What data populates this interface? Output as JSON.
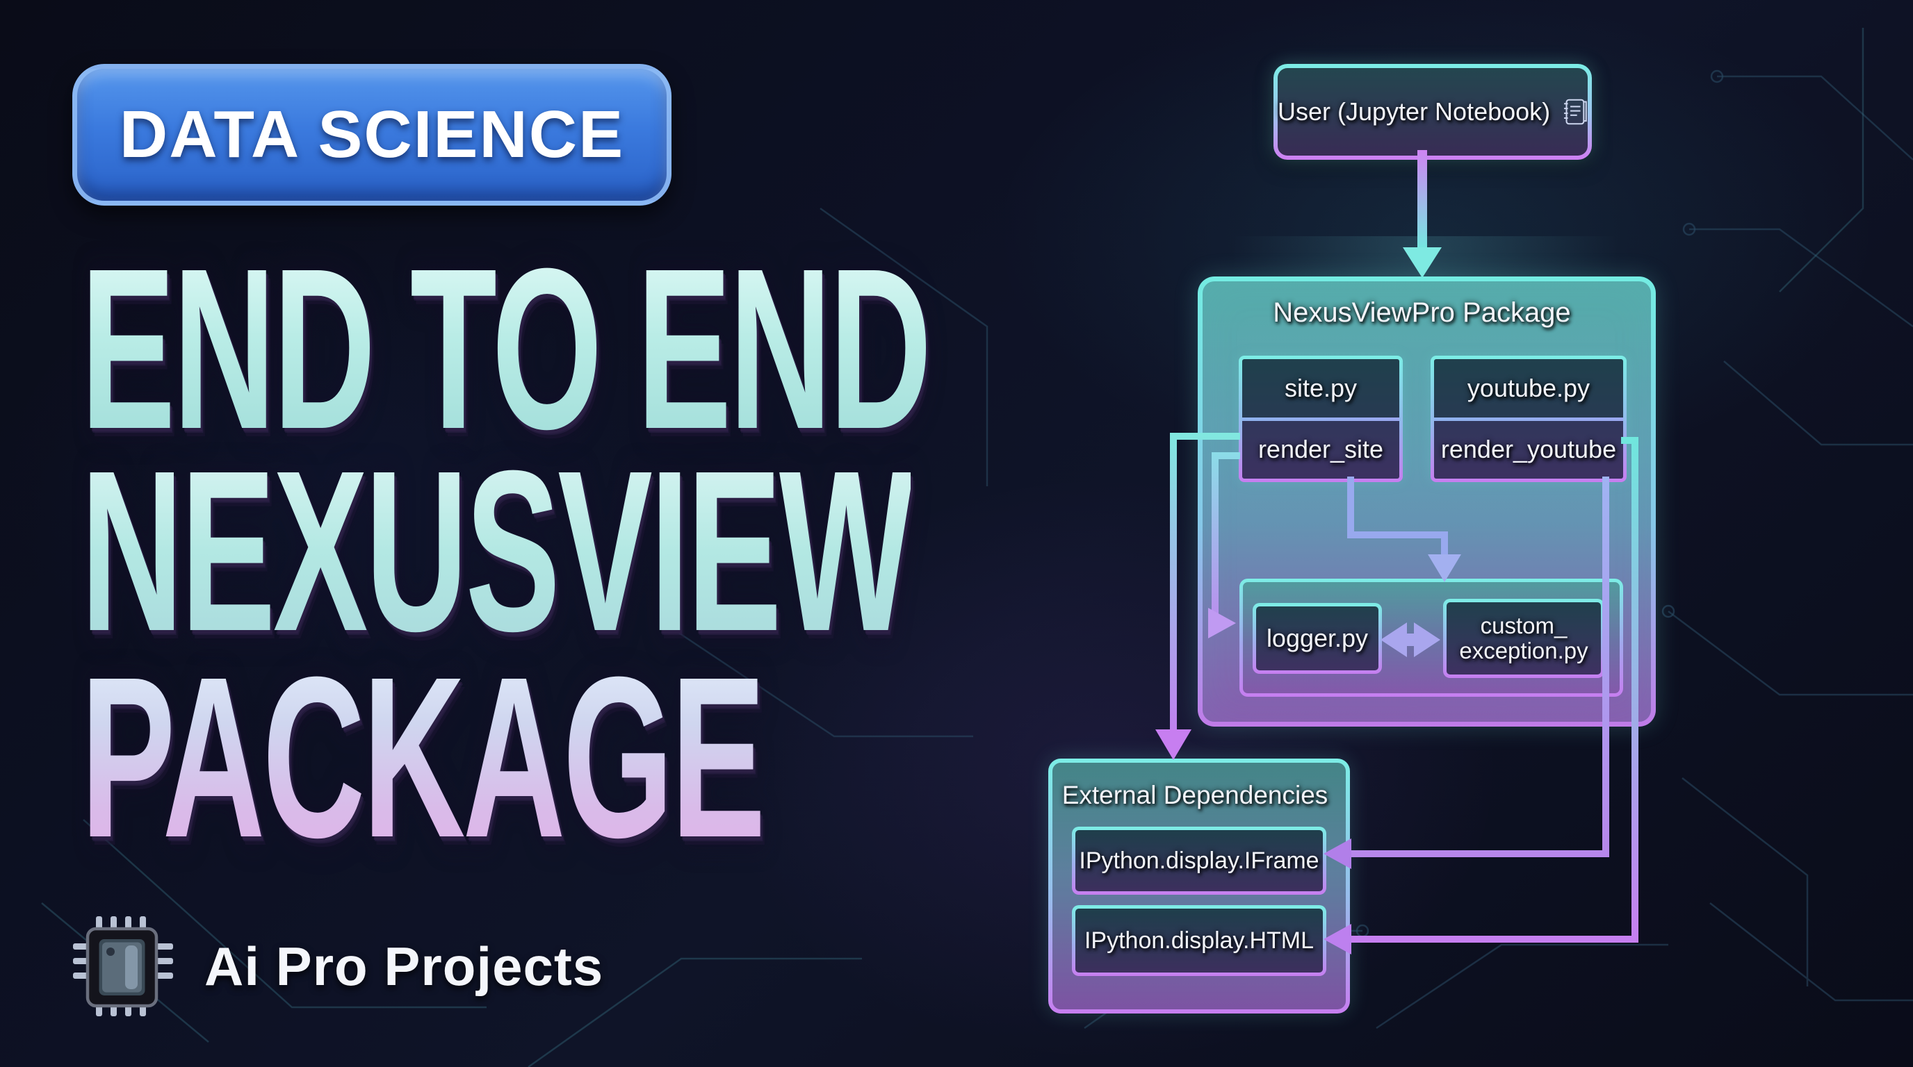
{
  "badge": {
    "label": "DATA SCIENCE"
  },
  "title": {
    "line1": "END TO END",
    "line2": "NEXUSVIEW",
    "line3": "PACKAGE"
  },
  "brand": {
    "name": "Ai Pro Projects",
    "icon": "chip-icon"
  },
  "diagram": {
    "user_box": {
      "label": "User (Jupyter Notebook)",
      "icon": "notebook-icon"
    },
    "package": {
      "title": "NexusViewPro Package",
      "modules": [
        {
          "file": "site.py",
          "function": "render_site"
        },
        {
          "file": "youtube.py",
          "function": "render_youtube"
        }
      ],
      "utils": {
        "logger": {
          "label": "logger.py"
        },
        "custom_exception": {
          "line1": "custom_",
          "line2": "exception.py"
        }
      }
    },
    "external": {
      "title": "External Dependencies",
      "items": [
        {
          "label": "IPython.display.IFrame"
        },
        {
          "label": "IPython.display.HTML"
        }
      ]
    },
    "connections": [
      {
        "from": "User (Jupyter Notebook)",
        "to": "NexusViewPro Package",
        "style": "arrow"
      },
      {
        "from": "render_site",
        "to": "utils-container",
        "style": "arrow"
      },
      {
        "from": "render_site",
        "to": "logger.py",
        "style": "arrow"
      },
      {
        "from": "render_site",
        "to": "External Dependencies",
        "style": "arrow"
      },
      {
        "from": "logger.py",
        "to": "custom_exception.py",
        "style": "double-arrow"
      },
      {
        "from": "render_youtube",
        "to": "IPython.display.IFrame",
        "style": "arrow"
      },
      {
        "from": "render_youtube",
        "to": "IPython.display.HTML",
        "style": "arrow"
      }
    ]
  },
  "colors": {
    "background": "#0d1124",
    "badge_blue": "#3b7ade",
    "badge_border": "#94bef4",
    "title_teal": "#b3e8e3",
    "title_pink": "#e2b2e9",
    "accent_cyan": "#74ece2",
    "accent_purple": "#c77ef0",
    "accent_periwinkle": "#98a9ee",
    "text_white": "#f2f4fa"
  }
}
